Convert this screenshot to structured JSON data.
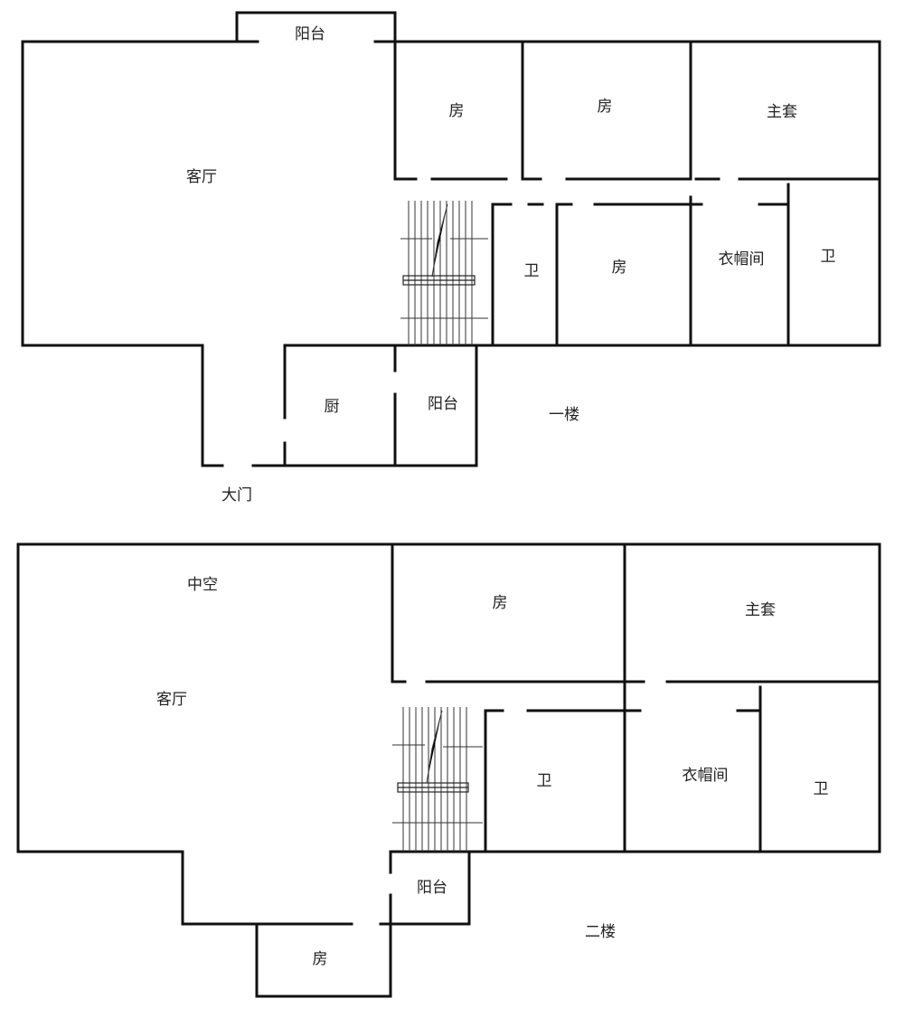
{
  "floor1": {
    "floor_label": "一楼",
    "rooms": {
      "balcony_top": "阳台",
      "living_room": "客厅",
      "room_1": "房",
      "room_2": "房",
      "master_suite": "主套",
      "bath_1": "卫",
      "room_3": "房",
      "cloakroom": "衣帽间",
      "bath_2": "卫",
      "kitchen": "厨",
      "balcony_bottom": "阳台"
    },
    "entrance": "大门"
  },
  "floor2": {
    "floor_label": "二楼",
    "rooms": {
      "void": "中空",
      "living_room": "客厅",
      "room_1": "房",
      "master_suite": "主套",
      "bath_1": "卫",
      "cloakroom": "衣帽间",
      "bath_2": "卫",
      "balcony": "阳台",
      "room_2": "房"
    }
  }
}
